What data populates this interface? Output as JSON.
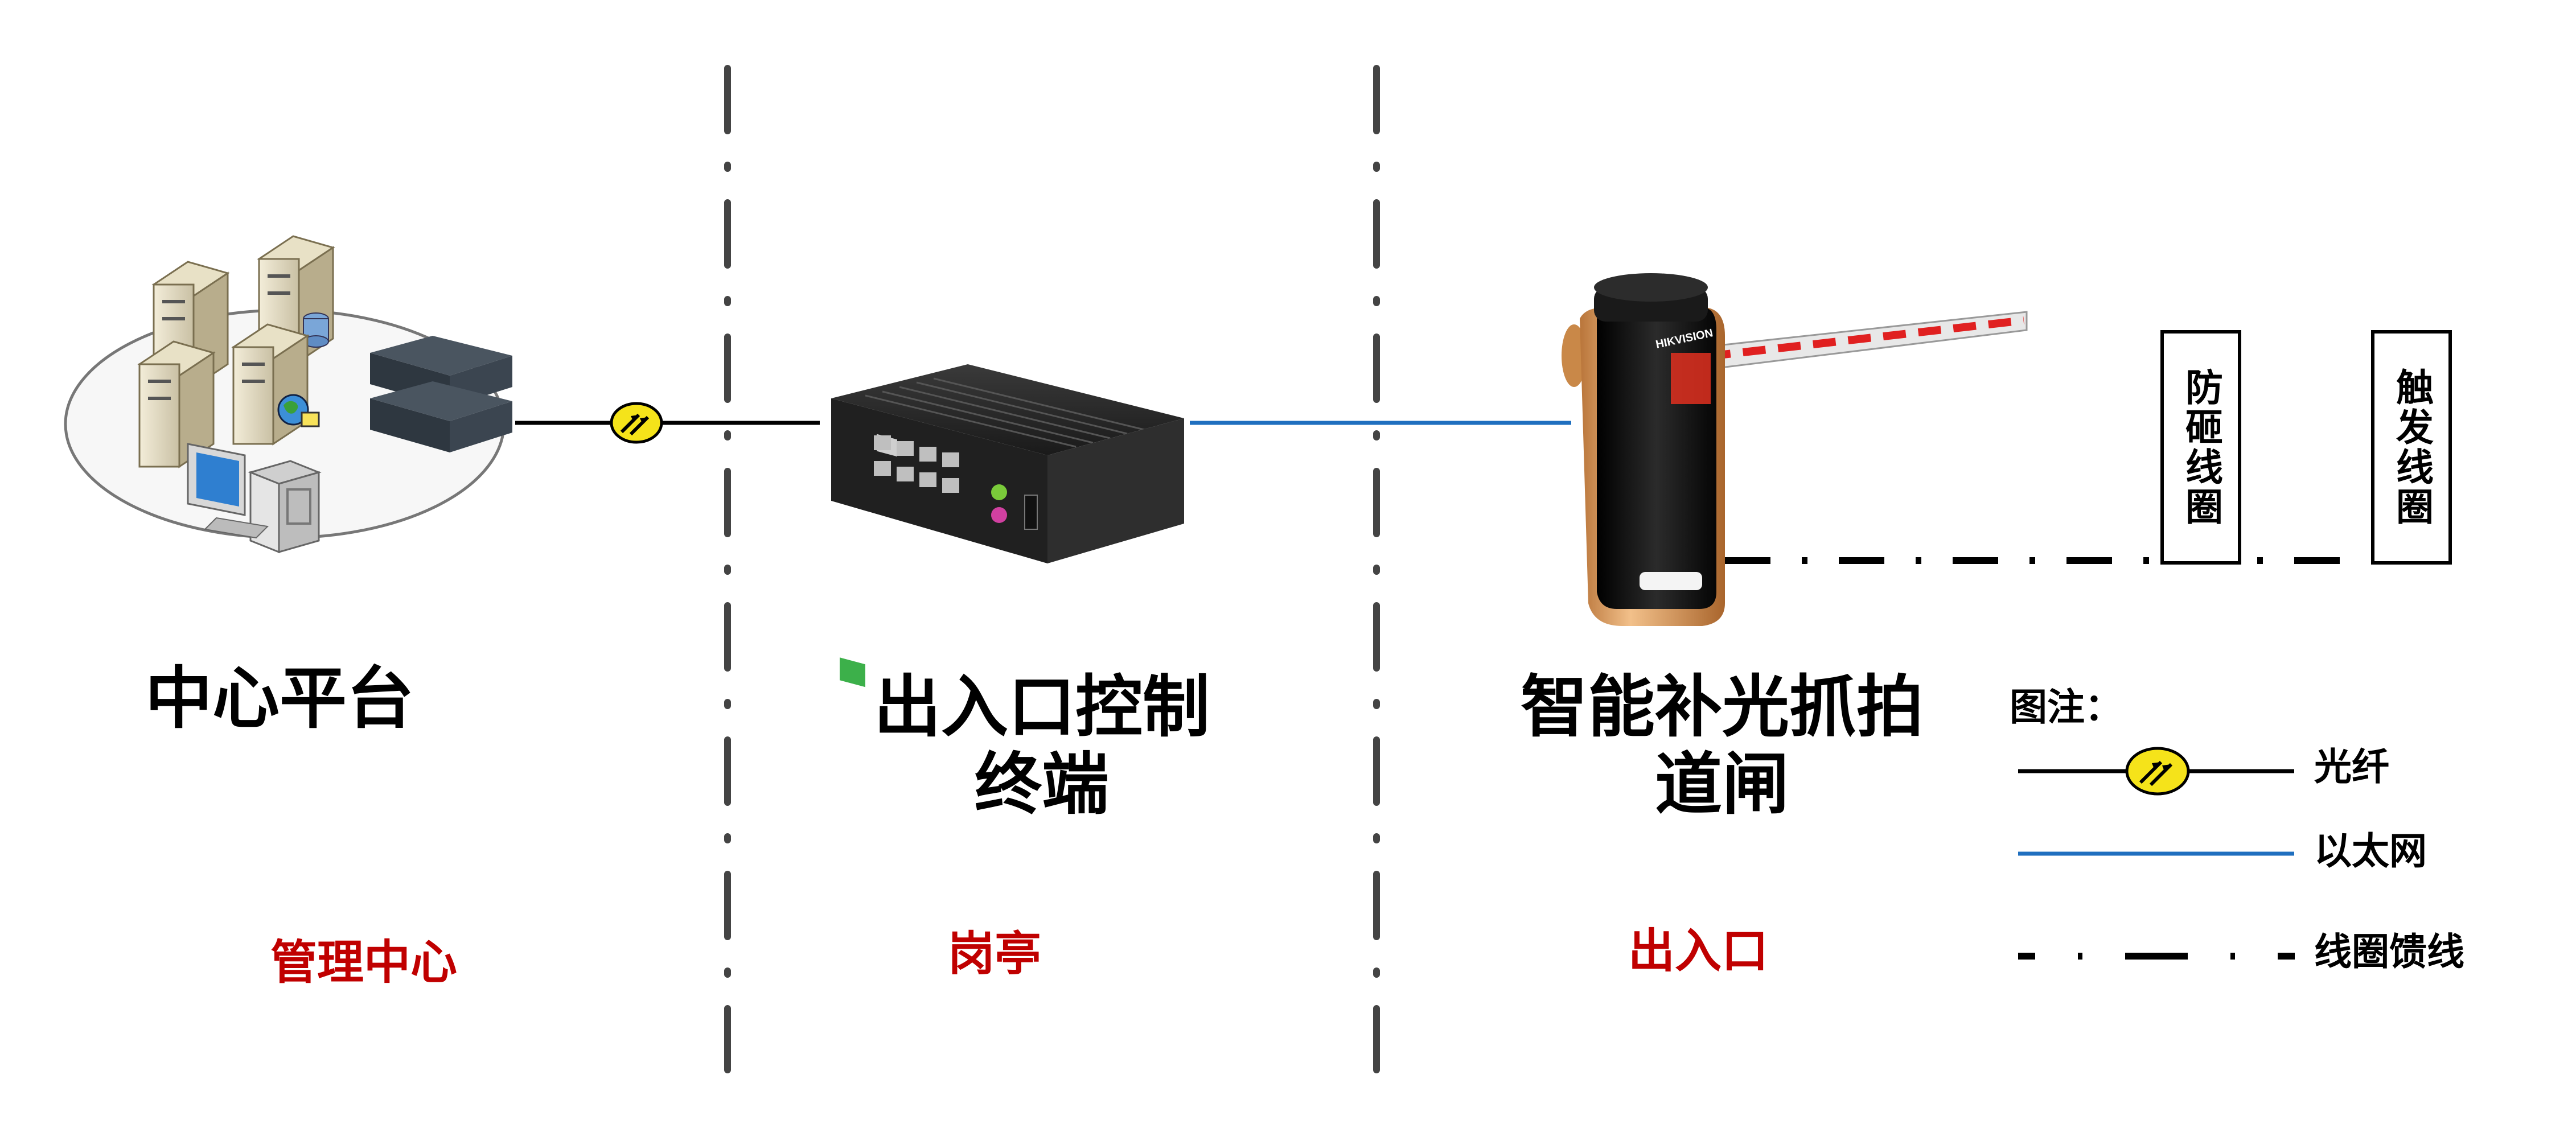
{
  "nodes": {
    "center": {
      "label": "中心平台"
    },
    "terminal": {
      "label_line1": "出入口控制",
      "label_line2": "终端"
    },
    "gate": {
      "label_line1": "智能补光抓拍",
      "label_line2": "道闸",
      "brand": "HIKVISION"
    }
  },
  "zones": {
    "center": "管理中心",
    "booth": "岗亭",
    "entrance": "出入口"
  },
  "loops": {
    "anti_smash": "防砸线圈",
    "trigger": "触发线圈"
  },
  "legend": {
    "title": "图注：",
    "fiber": "光纤",
    "ethernet": "以太网",
    "loop_feeder": "线圈馈线"
  },
  "colors": {
    "fiber_icon": "#f5e31a",
    "ethernet": "#1f6fbf",
    "zone_text": "#c00000",
    "barrier_stripe": "#e02020"
  }
}
